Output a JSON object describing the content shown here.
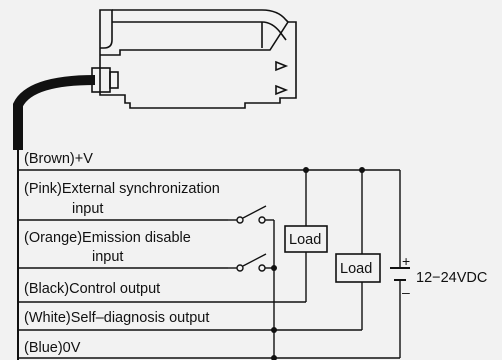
{
  "wires": [
    {
      "label": "(Brown)+V"
    },
    {
      "label": "(Pink)External synchronization",
      "label2": "input"
    },
    {
      "label": "(Orange)Emission disable",
      "label2": "input"
    },
    {
      "label": "(Black)Control output"
    },
    {
      "label": "(White)Self–diagnosis output"
    },
    {
      "label": "(Blue)0V"
    }
  ],
  "loads": [
    "Load",
    "Load"
  ],
  "supply": {
    "plus": "+",
    "minus": "–",
    "voltage": "12−24VDC"
  },
  "colors": {
    "line": "#111111",
    "background": "#f2f2f2"
  }
}
